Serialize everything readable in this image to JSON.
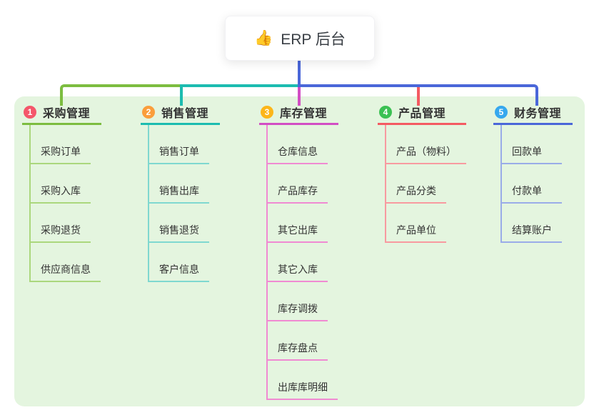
{
  "root": {
    "icon": "👍",
    "icon_name": "thumbs-up-icon",
    "title": "ERP 后台"
  },
  "colors": {
    "root_connector": "#4a67d9",
    "panel_background": "#e4f5df",
    "text": "#333333"
  },
  "branches": [
    {
      "badge": "1",
      "label": "采购管理",
      "badge_color": "#f4566a",
      "line_color": "#7cbd40",
      "child_line_color": "#abd77d",
      "children": [
        "采购订单",
        "采购入库",
        "采购退货",
        "供应商信息"
      ]
    },
    {
      "badge": "2",
      "label": "销售管理",
      "badge_color": "#fa9e3c",
      "line_color": "#1cbcb0",
      "child_line_color": "#7fd8d0",
      "children": [
        "销售订单",
        "销售出库",
        "销售退货",
        "客户信息"
      ]
    },
    {
      "badge": "3",
      "label": "库存管理",
      "badge_color": "#fcb61a",
      "line_color": "#d24ec4",
      "child_line_color": "#f08ad2",
      "children": [
        "仓库信息",
        "产品库存",
        "其它出库",
        "其它入库",
        "库存调拨",
        "库存盘点",
        "出库库明细"
      ]
    },
    {
      "badge": "4",
      "label": "产品管理",
      "badge_color": "#3bc153",
      "line_color": "#f45a62",
      "child_line_color": "#f89aa0",
      "children": [
        "产品（物料）",
        "产品分类",
        "产品单位"
      ]
    },
    {
      "badge": "5",
      "label": "财务管理",
      "badge_color": "#36a8ee",
      "line_color": "#4a67d9",
      "child_line_color": "#9aace8",
      "children": [
        "回款单",
        "付款单",
        "结算账户"
      ]
    }
  ]
}
